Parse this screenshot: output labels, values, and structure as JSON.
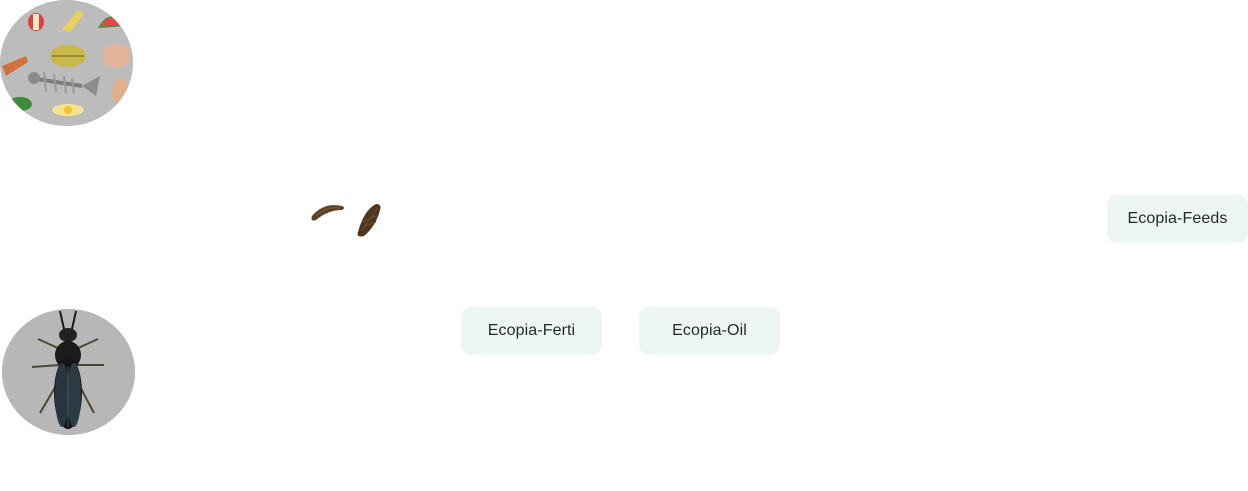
{
  "images": {
    "waste": {
      "icon": "food-waste-image"
    },
    "fly": {
      "icon": "black-soldier-fly-image"
    },
    "larvae": {
      "icon": "larvae-image"
    }
  },
  "products": {
    "feeds": {
      "label": "Ecopia-Feeds"
    },
    "ferti": {
      "label": "Ecopia-Ferti"
    },
    "oil": {
      "label": "Ecopia-Oil"
    }
  },
  "colors": {
    "button_bg": "#eef6f4",
    "button_text": "#1f2a26",
    "image_bg": "#b9b9b9"
  }
}
